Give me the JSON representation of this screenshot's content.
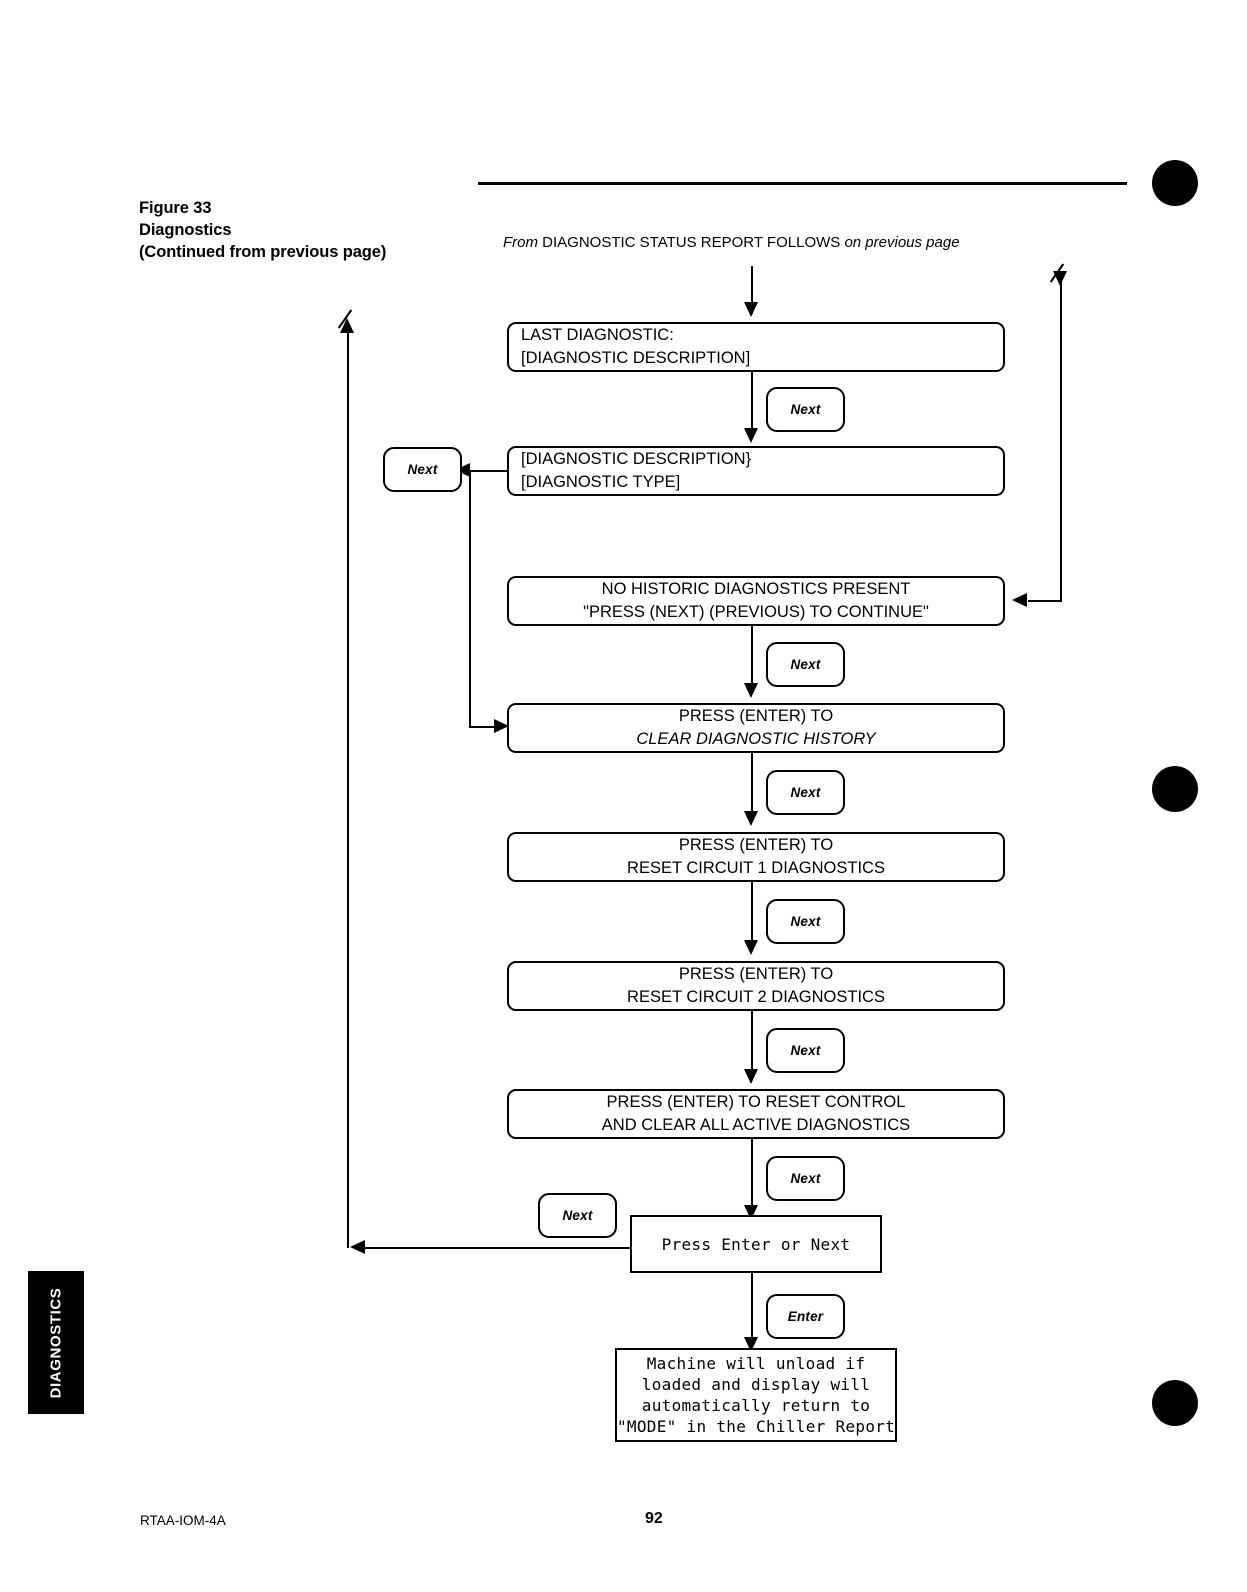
{
  "figure": {
    "number_line": "Figure 33",
    "title_line": "Diagnostics",
    "continued_line": "(Continued from previous page)"
  },
  "source_note": {
    "prefix": "From ",
    "main": "DIAGNOSTIC STATUS REPORT FOLLOWS",
    "suffix": " on previous page"
  },
  "flow": {
    "boxes": [
      {
        "id": "last-diagnostic",
        "align": "left",
        "style": "display",
        "lines": [
          "LAST DIAGNOSTIC:",
          "[DIAGNOSTIC DESCRIPTION]"
        ]
      },
      {
        "id": "diagnostic-description",
        "align": "left",
        "style": "display",
        "lines": [
          "[DIAGNOSTIC DESCRIPTION}",
          "[DIAGNOSTIC TYPE]"
        ]
      },
      {
        "id": "no-historic-diagnostics",
        "align": "center",
        "style": "display",
        "lines": [
          "NO HISTORIC DIAGNOSTICS PRESENT",
          "\"PRESS (NEXT) (PREVIOUS) TO CONTINUE\""
        ]
      },
      {
        "id": "clear-diagnostic-history",
        "align": "center",
        "style": "display",
        "lines": [
          "PRESS (ENTER) TO",
          "CLEAR DIAGNOSTIC HISTORY"
        ]
      },
      {
        "id": "reset-circuit-1",
        "align": "center",
        "style": "display",
        "lines": [
          "PRESS (ENTER) TO",
          "RESET CIRCUIT 1 DIAGNOSTICS"
        ]
      },
      {
        "id": "reset-circuit-2",
        "align": "center",
        "style": "display",
        "lines": [
          "PRESS (ENTER) TO",
          "RESET CIRCUIT 2 DIAGNOSTICS"
        ]
      },
      {
        "id": "reset-control",
        "align": "center",
        "style": "display",
        "lines": [
          "PRESS (ENTER) TO RESET CONTROL",
          "AND CLEAR ALL ACTIVE DIAGNOSTICS"
        ]
      },
      {
        "id": "press-enter-or-next",
        "align": "center",
        "style": "terminal",
        "lines": [
          "Press Enter or Next"
        ]
      },
      {
        "id": "machine-unload",
        "align": "center",
        "style": "terminal",
        "lines": [
          "Machine will unload if",
          "loaded and display will",
          "automatically return to",
          "\"MODE\" in the Chiller Report"
        ]
      }
    ],
    "keys": {
      "next": "Next",
      "enter": "Enter"
    }
  },
  "side_tab": {
    "label": "DIAGNOSTICS"
  },
  "footer": {
    "doc_code": "RTAA-IOM-4A",
    "page_number": "92"
  },
  "colors": {
    "ink": "#000000",
    "paper": "#ffffff"
  }
}
